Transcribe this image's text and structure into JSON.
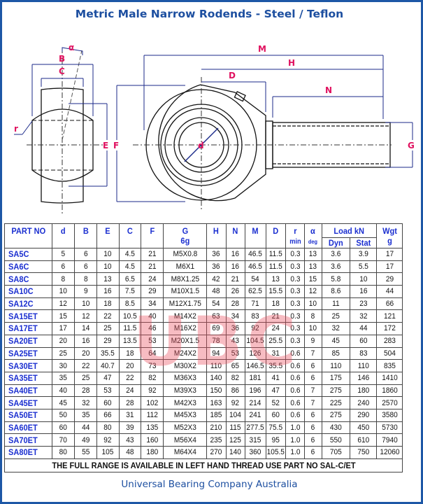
{
  "title": "Metric Male Narrow Rodends - Steel / Teflon",
  "diagram": {
    "labels": {
      "alpha": "α",
      "B": "B",
      "C": "C",
      "r": "r",
      "E": "E",
      "F": "F",
      "M": "M",
      "H": "H",
      "D": "D",
      "N": "N",
      "G": "G",
      "d": "d"
    },
    "line_color": "#1b2a8a",
    "label_color": "#e0115f"
  },
  "table": {
    "headers": {
      "part_no": "PART NO",
      "d": "d",
      "B": "B",
      "E": "E",
      "C": "C",
      "F": "F",
      "G": "G",
      "G_sub": "6g",
      "H": "H",
      "N": "N",
      "M": "M",
      "D": "D",
      "r": "r",
      "r_sub": "min",
      "alpha": "α",
      "alpha_sub": "deg",
      "load": "Load kN",
      "dyn": "Dyn",
      "stat": "Stat",
      "wgt": "Wgt",
      "wgt_sub": "g"
    },
    "rows": [
      [
        "SA5C",
        "5",
        "6",
        "10",
        "4.5",
        "21",
        "M5X0.8",
        "36",
        "16",
        "46.5",
        "11.5",
        "0.3",
        "13",
        "3.6",
        "3.9",
        "17"
      ],
      [
        "SA6C",
        "6",
        "6",
        "10",
        "4.5",
        "21",
        "M6X1",
        "36",
        "16",
        "46.5",
        "11.5",
        "0.3",
        "13",
        "3.6",
        "5.5",
        "17"
      ],
      [
        "SA8C",
        "8",
        "8",
        "13",
        "6.5",
        "24",
        "M8X1.25",
        "42",
        "21",
        "54",
        "13",
        "0.3",
        "15",
        "5.8",
        "10",
        "29"
      ],
      [
        "SA10C",
        "10",
        "9",
        "16",
        "7.5",
        "29",
        "M10X1.5",
        "48",
        "26",
        "62.5",
        "15.5",
        "0.3",
        "12",
        "8.6",
        "16",
        "44"
      ],
      [
        "SA12C",
        "12",
        "10",
        "18",
        "8.5",
        "34",
        "M12X1.75",
        "54",
        "28",
        "71",
        "18",
        "0.3",
        "10",
        "11",
        "23",
        "66"
      ],
      [
        "SA15ET",
        "15",
        "12",
        "22",
        "10.5",
        "40",
        "M14X2",
        "63",
        "34",
        "83",
        "21",
        "0.3",
        "8",
        "25",
        "32",
        "121"
      ],
      [
        "SA17ET",
        "17",
        "14",
        "25",
        "11.5",
        "46",
        "M16X2",
        "69",
        "36",
        "92",
        "24",
        "0.3",
        "10",
        "32",
        "44",
        "172"
      ],
      [
        "SA20ET",
        "20",
        "16",
        "29",
        "13.5",
        "53",
        "M20X1.5",
        "78",
        "43",
        "104.5",
        "25.5",
        "0.3",
        "9",
        "45",
        "60",
        "283"
      ],
      [
        "SA25ET",
        "25",
        "20",
        "35.5",
        "18",
        "64",
        "M24X2",
        "94",
        "53",
        "126",
        "31",
        "0.6",
        "7",
        "85",
        "83",
        "504"
      ],
      [
        "SA30ET",
        "30",
        "22",
        "40.7",
        "20",
        "73",
        "M30X2",
        "110",
        "65",
        "146.5",
        "35.5",
        "0.6",
        "6",
        "110",
        "110",
        "835"
      ],
      [
        "SA35ET",
        "35",
        "25",
        "47",
        "22",
        "82",
        "M36X3",
        "140",
        "82",
        "181",
        "41",
        "0.6",
        "6",
        "175",
        "146",
        "1410"
      ],
      [
        "SA40ET",
        "40",
        "28",
        "53",
        "24",
        "92",
        "M39X3",
        "150",
        "86",
        "196",
        "47",
        "0.6",
        "7",
        "275",
        "180",
        "1860"
      ],
      [
        "SA45ET",
        "45",
        "32",
        "60",
        "28",
        "102",
        "M42X3",
        "163",
        "92",
        "214",
        "52",
        "0.6",
        "7",
        "225",
        "240",
        "2570"
      ],
      [
        "SA50ET",
        "50",
        "35",
        "66",
        "31",
        "112",
        "M45X3",
        "185",
        "104",
        "241",
        "60",
        "0.6",
        "6",
        "275",
        "290",
        "3580"
      ],
      [
        "SA60ET",
        "60",
        "44",
        "80",
        "39",
        "135",
        "M52X3",
        "210",
        "115",
        "277.5",
        "75.5",
        "1.0",
        "6",
        "430",
        "450",
        "5730"
      ],
      [
        "SA70ET",
        "70",
        "49",
        "92",
        "43",
        "160",
        "M56X4",
        "235",
        "125",
        "315",
        "95",
        "1.0",
        "6",
        "550",
        "610",
        "7940"
      ],
      [
        "SA80ET",
        "80",
        "55",
        "105",
        "48",
        "180",
        "M64X4",
        "270",
        "140",
        "360",
        "105.5",
        "1.0",
        "6",
        "705",
        "750",
        "12060"
      ]
    ],
    "note": "THE FULL RANGE IS AVAILABLE IN LEFT HAND THREAD  USE PART NO SAL-C/ET"
  },
  "watermark": "UBC",
  "footer": "Universal Bearing Company Australia",
  "colors": {
    "frame": "#1d57a6",
    "title": "#1d4fa0",
    "part_no": "#1b2fd0",
    "watermark": "#eb505f"
  }
}
